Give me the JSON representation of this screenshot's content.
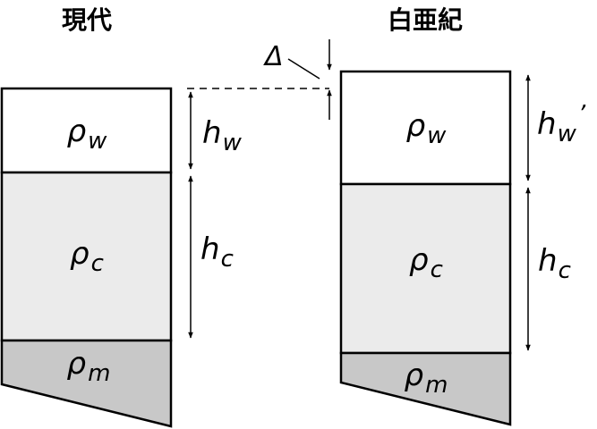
{
  "panels": {
    "present": {
      "title": "現代",
      "layers": {
        "water": "ρ",
        "water_sub": "w",
        "crust": "ρ",
        "crust_sub": "c",
        "mantle": "ρ",
        "mantle_sub": "m"
      },
      "dims": {
        "hw": "h",
        "hw_sub": "w",
        "hc": "h",
        "hc_sub": "c"
      }
    },
    "cretaceous": {
      "title": "白亜紀",
      "layers": {
        "water": "ρ",
        "water_sub": "w",
        "crust": "ρ",
        "crust_sub": "c",
        "mantle": "ρ",
        "mantle_sub": "m"
      },
      "dims": {
        "hw": "h",
        "hw_sub": "w",
        "hw_prime": "’",
        "hc": "h",
        "hc_sub": "c"
      },
      "offset_label": "Δ"
    }
  },
  "colors": {
    "water": "#ffffff",
    "crust": "#ebebeb",
    "mantle": "#c8c8c8",
    "stroke": "#000000"
  }
}
